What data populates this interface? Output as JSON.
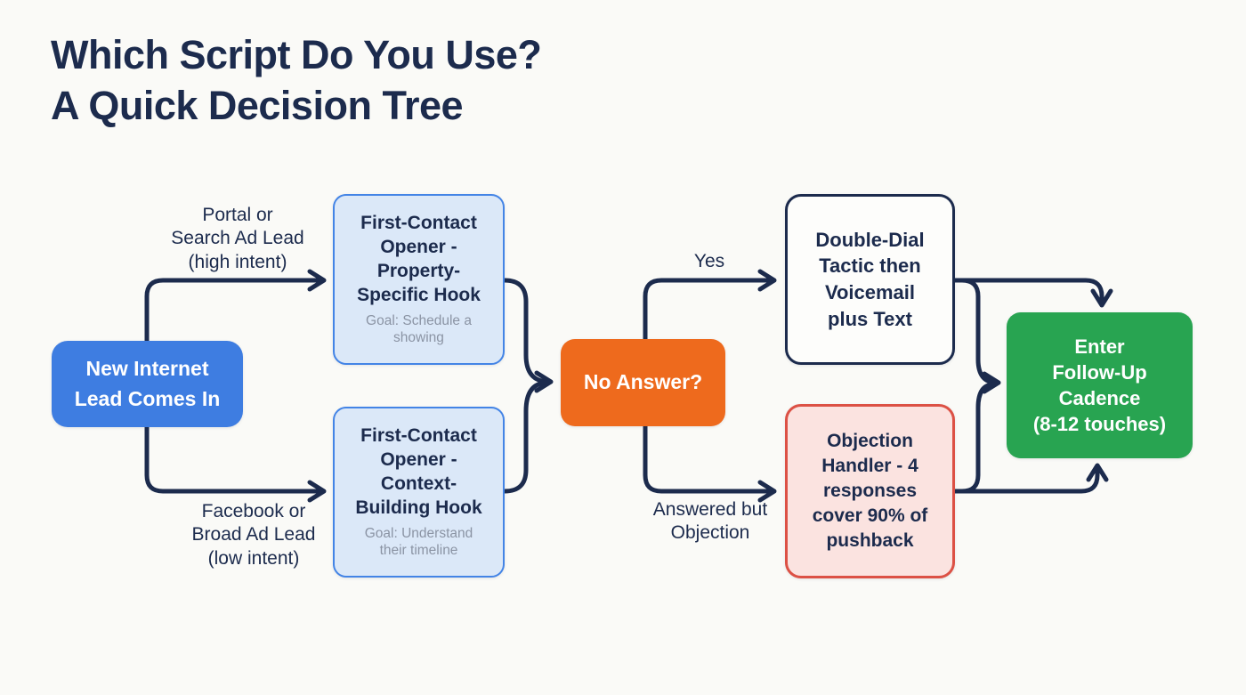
{
  "title": "Which Script Do You Use?\nA Quick Decision Tree",
  "colors": {
    "navy": "#1c2b4d",
    "blue": "#3e7de1",
    "light_blue_fill": "#dbe8f8",
    "light_blue_border": "#4384e6",
    "orange": "#ee6a1d",
    "pink_fill": "#fbe3e0",
    "pink_border": "#dc5145",
    "green": "#28a451",
    "gray_text": "#8b94a4",
    "background": "#fafaf7"
  },
  "nodes": {
    "start": {
      "label": "New Internet\nLead Comes In"
    },
    "opener_property": {
      "label": "First-Contact\nOpener -\nProperty-\nSpecific Hook",
      "goal": "Goal: Schedule a\nshowing"
    },
    "opener_context": {
      "label": "First-Contact\nOpener -\nContext-\nBuilding Hook",
      "goal": "Goal: Understand\ntheir timeline"
    },
    "no_answer": {
      "label": "No Answer?"
    },
    "double_dial": {
      "label": "Double-Dial\nTactic then\nVoicemail\nplus Text"
    },
    "objection_handler": {
      "label": "Objection\nHandler - 4\nresponses\ncover 90% of\npushback"
    },
    "follow_up": {
      "label": "Enter\nFollow-Up\nCadence\n(8-12 touches)"
    }
  },
  "edge_labels": {
    "high_intent": "Portal or\nSearch Ad Lead\n(high intent)",
    "low_intent": "Facebook or\nBroad Ad Lead\n(low intent)",
    "yes": "Yes",
    "objection": "Answered but\nObjection"
  }
}
